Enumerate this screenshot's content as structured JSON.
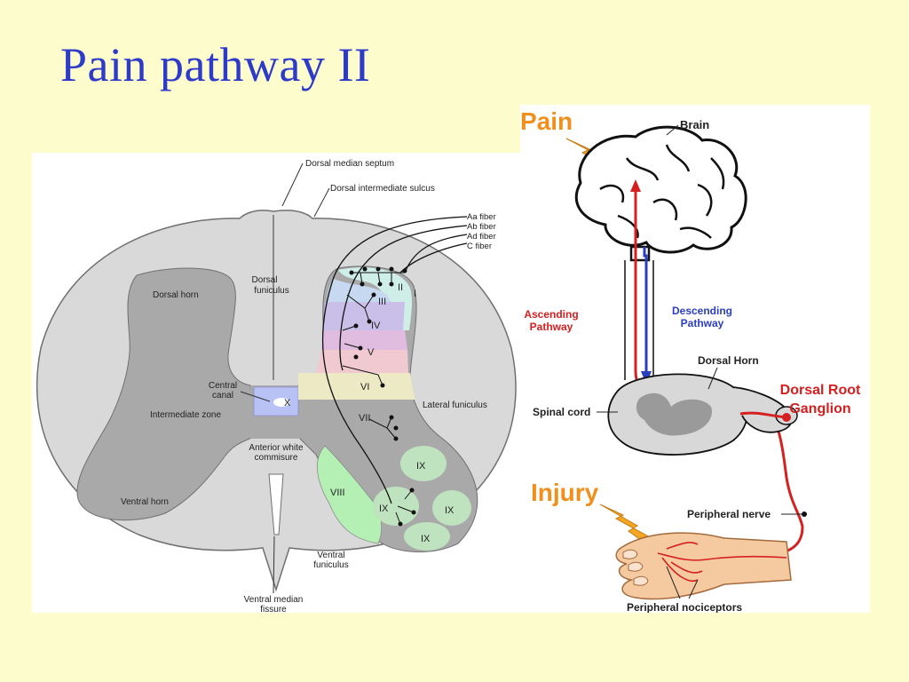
{
  "slide": {
    "title": "Pain pathway II"
  },
  "cord_section": {
    "labels": {
      "dorsal_median_septum": "Dorsal median septum",
      "dorsal_intermediate_sulcus": "Dorsal intermediate sulcus",
      "dorsal_horn": "Dorsal horn",
      "dorsal_funiculus_1": "Dorsal",
      "dorsal_funiculus_2": "funiculus",
      "central_canal_1": "Central",
      "central_canal_2": "canal",
      "intermediate_zone": "Intermediate zone",
      "anterior_white_1": "Anterior white",
      "anterior_white_2": "commisure",
      "ventral_horn": "Ventral horn",
      "lateral_funiculus": "Lateral funiculus",
      "ventral_funiculus_1": "Ventral",
      "ventral_funiculus_2": "funiculus",
      "ventral_median_1": "Ventral median",
      "ventral_median_2": "fissure"
    },
    "fibers": [
      "Aa fiber",
      "Ab fiber",
      "Ad fiber",
      "C fiber"
    ],
    "laminae": {
      "I": "I",
      "II": "II",
      "III": "III",
      "IV": "IV",
      "V": "V",
      "VI": "VI",
      "VII": "VII",
      "VIII": "VIII",
      "IX_1": "IX",
      "IX_2": "IX",
      "IX_3": "IX",
      "IX_4": "IX",
      "X": "X"
    },
    "colors": {
      "white_matter": "#d9d9d9",
      "gray_matter": "#a9a9a9",
      "lamina_I": "#cfeee8",
      "lamina_II": "#c7d9f0",
      "lamina_III": "#c9bfe9",
      "lamina_IV": "#e0bde0",
      "lamina_V": "#f0c9d1",
      "lamina_VI": "#ece9c4",
      "lamina_VIII": "#b4f0b4",
      "lamina_IX": "#bfe3bf",
      "lamina_X": "#b9c2f5"
    }
  },
  "pathway": {
    "pain": "Pain",
    "injury": "Injury",
    "brain": "Brain",
    "ascending_1": "Ascending",
    "ascending_2": "Pathway",
    "descending_1": "Descending",
    "descending_2": "Pathway",
    "dorsal_horn": "Dorsal Horn",
    "spinal_cord": "Spinal cord",
    "drg_1": "Dorsal Root",
    "drg_2": "Ganglion",
    "peripheral_nerve": "Peripheral nerve",
    "peripheral_nociceptors": "Peripheral nociceptors",
    "colors": {
      "ascending": "#d42020",
      "descending": "#2a3ec0",
      "pain_text": "#f0901c",
      "lightning": "#f5a623",
      "skin": "#f6caa0"
    }
  }
}
